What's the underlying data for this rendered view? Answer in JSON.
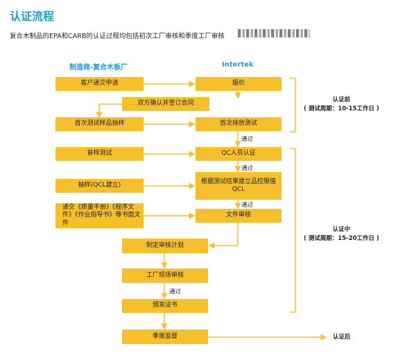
{
  "title": "认证流程",
  "intro": "复合木制品的EPA和CARB的认证过程均包括初次工厂审核和季度工厂审核",
  "columns": {
    "left": "制造商-复合木板厂",
    "right": "Intertek"
  },
  "boxes": {
    "submit_application": "客户递交申请",
    "quote": "报价",
    "sign_contract": "双方确认并签订合同",
    "sample_collection": "首次测试样品抽样",
    "first_emission_test": "首次排放测试",
    "blind_test": "盲样测试",
    "qc_certification": "QC人员认证",
    "qcl_sampling": "抽样(QCL建立)",
    "establish_qcl": "根据测试结果建立品控限值QCL",
    "submit_documents": "递交《质量手册》《程序文件》《作业指导书》等书面文件",
    "document_review": "文件审核",
    "audit_plan": "制定审核计划",
    "onsite_audit": "工厂现场审核",
    "issue_certificate": "颁发证书",
    "quarterly_supervision": "季度监督"
  },
  "pass_label": "通过",
  "phases": {
    "before": {
      "name": "认证前",
      "period": "( 测试周期：10-15工作日 )"
    },
    "during": {
      "name": "认证中",
      "period": "( 测试周期：15-20工作日 )"
    },
    "after": {
      "name": "认证后"
    }
  },
  "colors": {
    "accent": "#1aa0d6",
    "box": "#f7c02a",
    "line": "#f7c02a"
  }
}
